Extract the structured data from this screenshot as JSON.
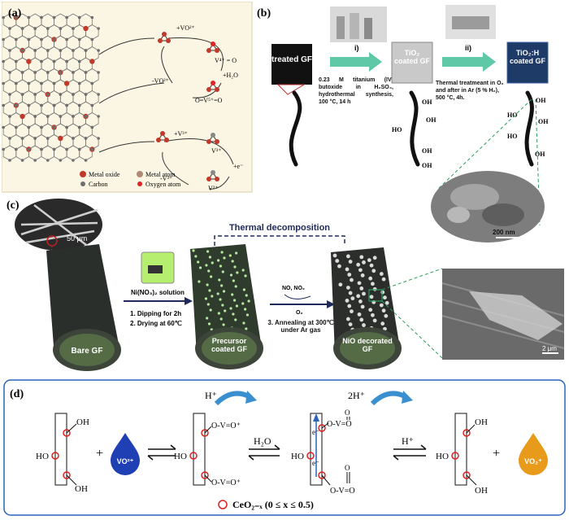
{
  "panel_a": {
    "label": "(a)",
    "top_cycle": {
      "plus_vo2": "+VO²⁺",
      "v4_o": "V⁴⁺ = O",
      "plus_h2o": "+H₂O",
      "minus_vo2": "-VO²⁺",
      "o_v5_o": "O=V⁵⁺=O"
    },
    "bottom_cycle": {
      "plus_v3": "+V³⁺",
      "v3": "V³⁺",
      "plus_e": "+e⁻",
      "minus_v3": "-V³⁺",
      "v2": "V²⁺"
    },
    "legend": {
      "metal_oxide": "Metal oxide",
      "metal_atom": "Metal atom",
      "carbon": "Carbon",
      "oxygen_atom": "Oxygen atom"
    },
    "colors": {
      "bg": "#fbf6e3",
      "metal_oxide": "#c0392b",
      "carbon": "#6e6e6e",
      "oxygen": "#e52222"
    }
  },
  "panel_b": {
    "label": "(b)",
    "treated_gf": "treated GF",
    "step_i": "i)",
    "step_i_text": "0.23 M titanium (IV) butoxide in H₂SO₄, hydrothermal synthesis, 100 °C, 14 h",
    "tio2_coated": "TiO₂ coated GF",
    "step_ii": "ii)",
    "step_ii_text": "Thermal treatmeant in O₂ and after in Ar (5 % H₂), 500 °C, 4h.",
    "tio2h_coated": "TiO₂:H coated GF",
    "oh": "OH",
    "ho": "HO",
    "scale": "200 nm"
  },
  "panel_c": {
    "label": "(c)",
    "scale_top": "50 μm",
    "bare_gf": "Bare GF",
    "solution": "Ni(NO₃)₂ solution",
    "step1": "1. Dipping for 2h",
    "step2": "2. Drying at 60℃",
    "precursor": "Precursor coated GF",
    "thermal": "Thermal decomposition",
    "gases": "NO, NO₂",
    "o2": "O₂",
    "step3": "3. Annealing at 300℃ under Ar gas",
    "nio": "NiO decorated GF",
    "scale_right": "2 μm"
  },
  "panel_d": {
    "label": "(d)",
    "oh": "OH",
    "ho": "HO",
    "plus": "+",
    "vo2_drop": "VO²⁺",
    "vo2plus_drop": "VO₂⁺",
    "o_v_o": "O-V=O⁺",
    "h_plus": "H⁺",
    "two_h_plus": "2H⁺",
    "h2o": "H₂O",
    "e_minus": "e⁻",
    "o_v_eq_o": "O-V=O",
    "o_symbol": "O",
    "legend": "CeO₂₋ₓ  (0 ≤ x ≤ 0.5)",
    "colors": {
      "drop_blue": "#1f3fb4",
      "drop_orange": "#e89a1b",
      "ring": "#e02020",
      "arrow": "#3a8fd1",
      "border": "#2b63b8"
    }
  }
}
